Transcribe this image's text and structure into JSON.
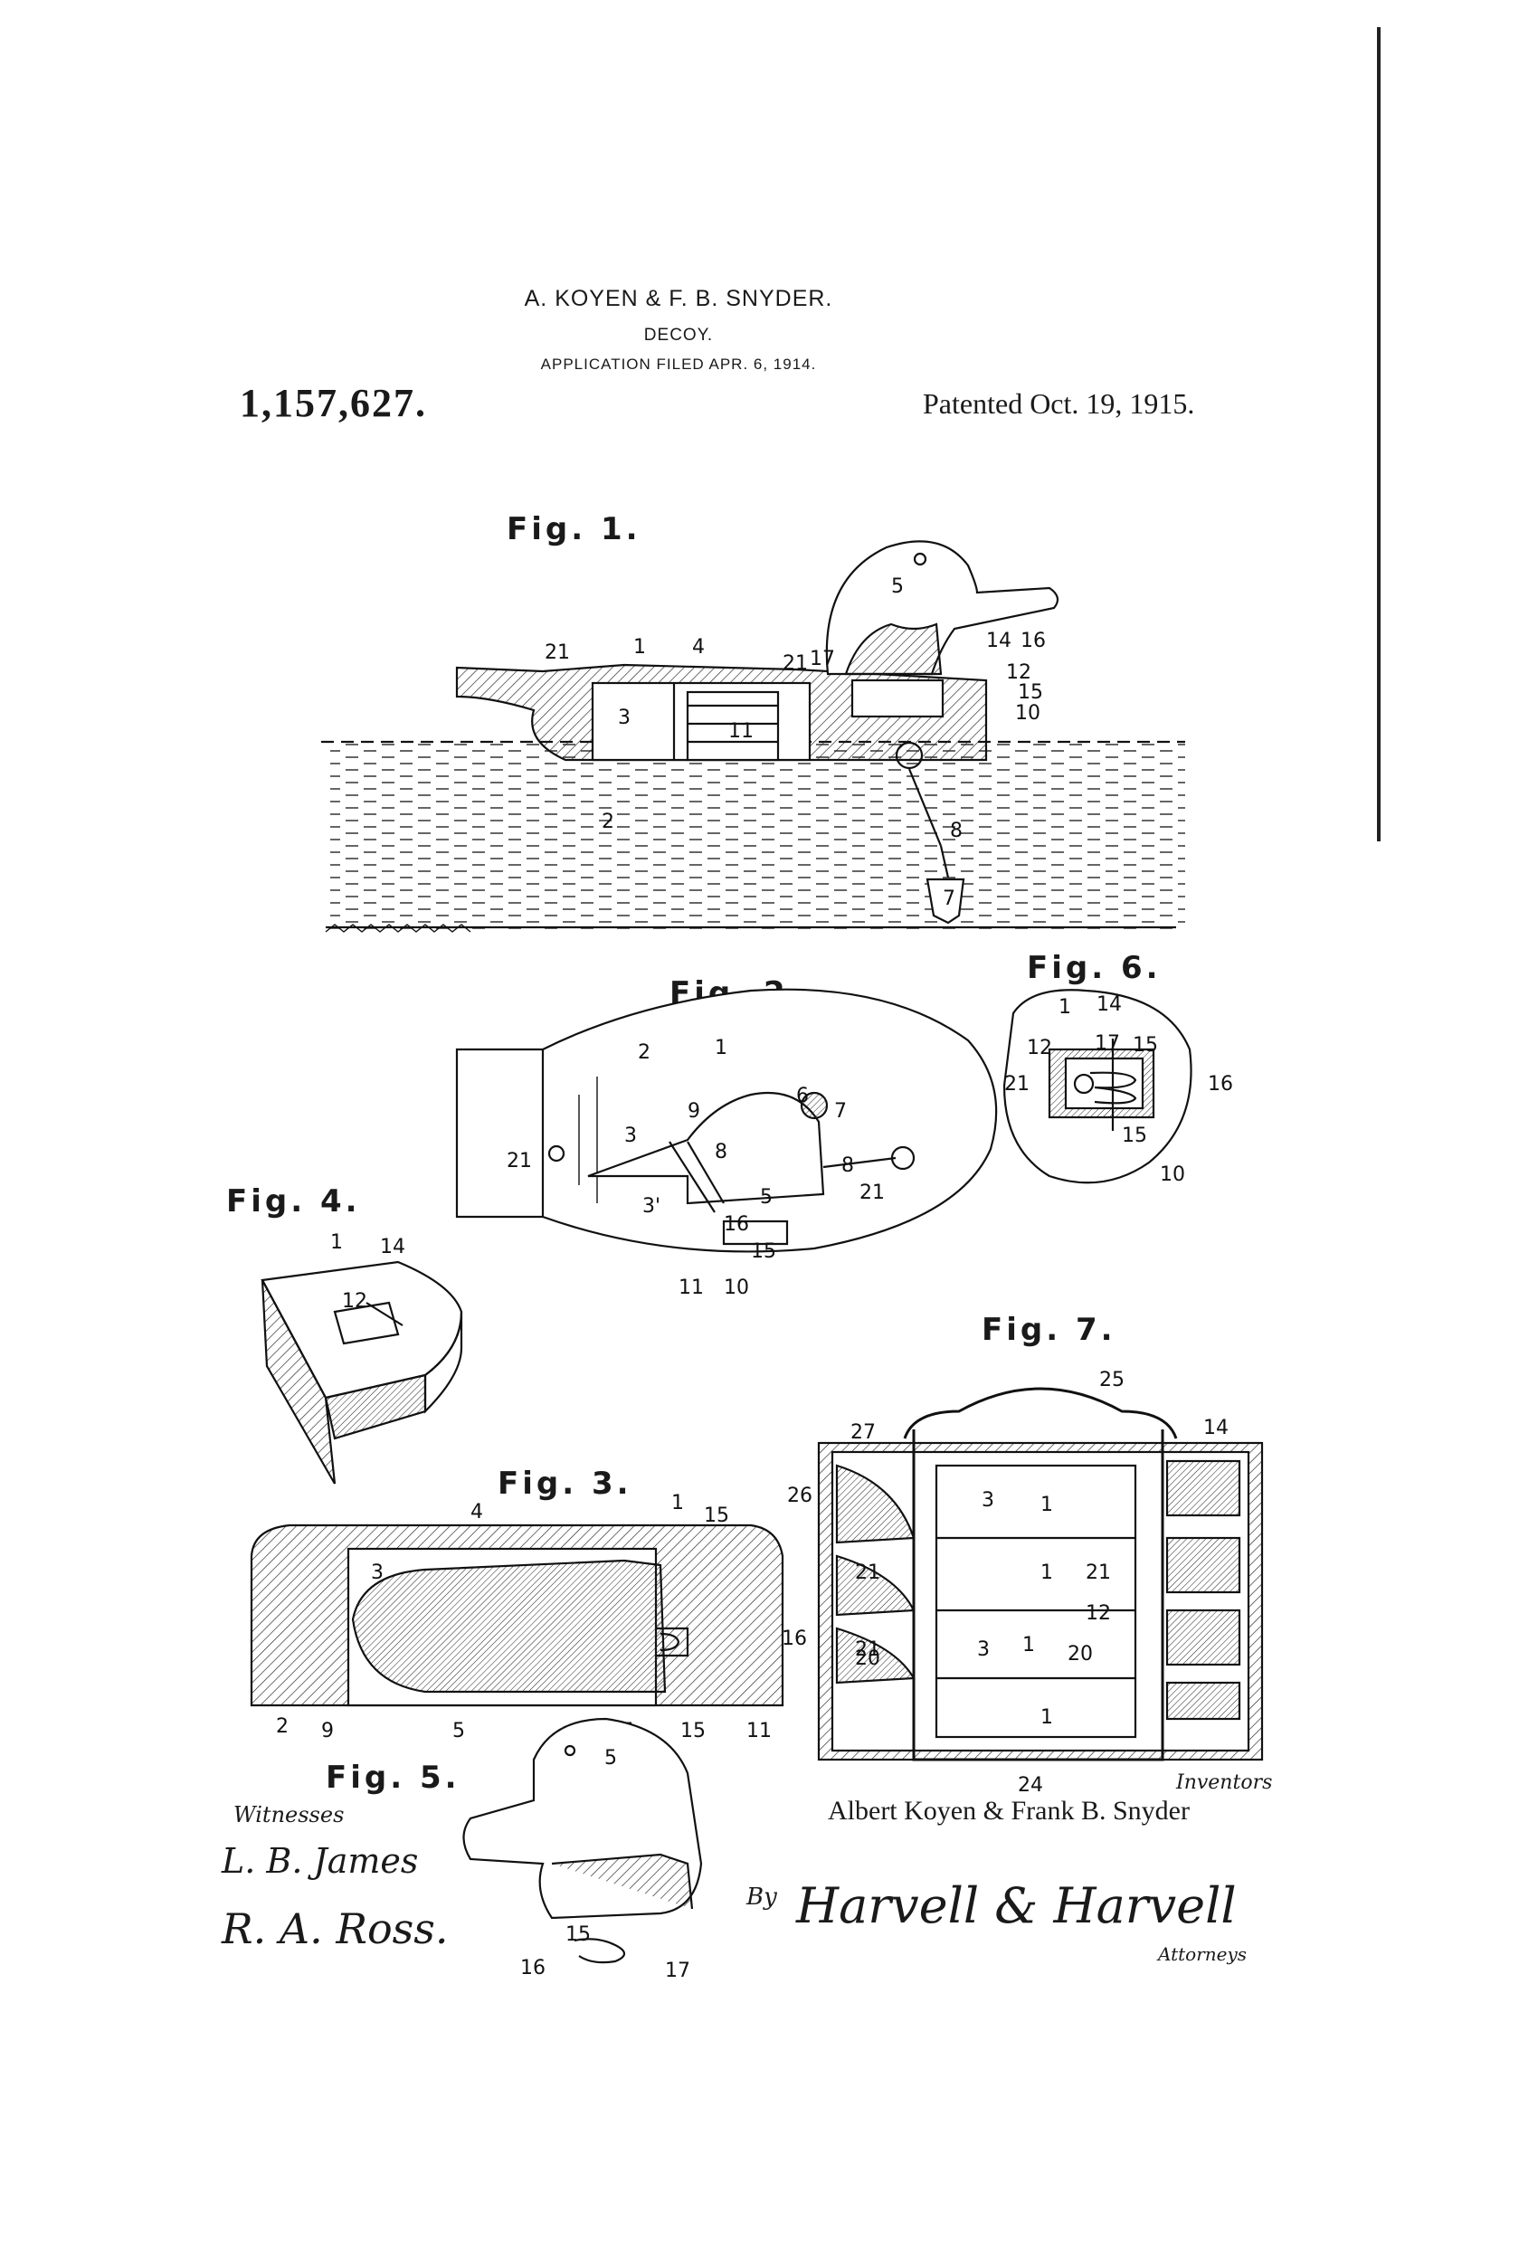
{
  "header": {
    "inventors": "A. KOYEN & F. B. SNYDER.",
    "title": "DECOY.",
    "application": "APPLICATION FILED APR. 6, 1914.",
    "patent_number": "1,157,627.",
    "patented": "Patented Oct. 19, 1915."
  },
  "figures": {
    "fig1": "Fig. 1.",
    "fig2": "Fig. 2.",
    "fig3": "Fig. 3.",
    "fig4": "Fig. 4.",
    "fig5": "Fig. 5.",
    "fig6": "Fig. 6.",
    "fig7": "Fig. 7."
  },
  "footer": {
    "witnesses_label": "Witnesses",
    "witness_1": "L. B. James",
    "witness_2": "R. A. Ross.",
    "inventors_label": "Inventors",
    "inventor_names": "Albert Koyen & Frank B. Snyder",
    "by_label": "By",
    "attorney_signature": "Harvell & Harvell",
    "attorneys_label": "Attorneys"
  }
}
